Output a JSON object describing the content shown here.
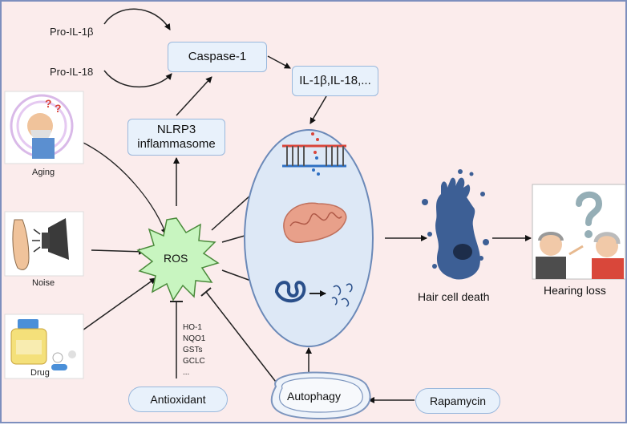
{
  "precursors": {
    "il1b": "Pro-IL-1β",
    "il18": "Pro-IL-18"
  },
  "caspase": "Caspase-1",
  "cytokines": "IL-1β,IL-18,...",
  "nlrp3": [
    "NLRP3",
    "inflammasome"
  ],
  "ros": "ROS",
  "causes": {
    "aging": "Aging",
    "noise": "Noise",
    "drug": "Drug"
  },
  "antioxidant": {
    "label": "Antioxidant",
    "enzymes": [
      "HO-1",
      "NQO1",
      "GSTs",
      "GCLC",
      "..."
    ]
  },
  "autophagy": "Autophagy",
  "rapamycin": "Rapamycin",
  "outcomes": {
    "hair_cell_death": "Hair cell death",
    "hearing_loss": "Hearing loss"
  },
  "colors": {
    "background": "#fbecec",
    "border": "#7d8fbe",
    "box_fill": "#e8f1fb",
    "box_border": "#9ab8dc",
    "ros_fill": "#c8f5c0",
    "ros_border": "#4a8a3a",
    "cell_fill": "#dde8f6",
    "cell_border": "#6b89b8"
  }
}
